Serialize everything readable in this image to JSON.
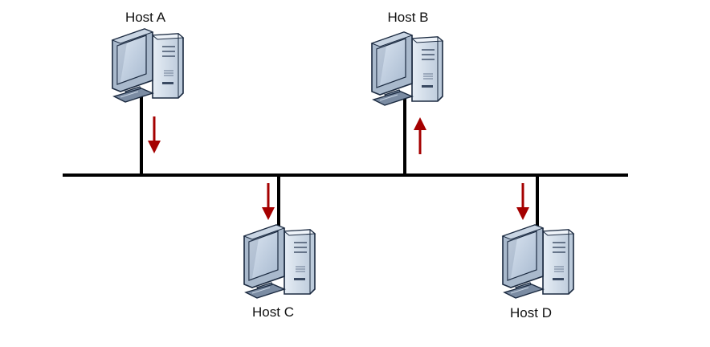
{
  "hosts": [
    {
      "id": "a",
      "label": "Host A",
      "direction": "down"
    },
    {
      "id": "b",
      "label": "Host B",
      "direction": "up"
    },
    {
      "id": "c",
      "label": "Host C",
      "direction": "down"
    },
    {
      "id": "d",
      "label": "Host D",
      "direction": "down"
    }
  ],
  "icons": {
    "host": "desktop-computer-icon",
    "arrow": "arrow-icon"
  },
  "colors": {
    "bus": "#000000",
    "arrow": "#a50000",
    "monitor_frame": "#a9b9cc",
    "monitor_screen": "#c5d3e4",
    "tower": "#d3deeb",
    "outline": "#17243a"
  }
}
